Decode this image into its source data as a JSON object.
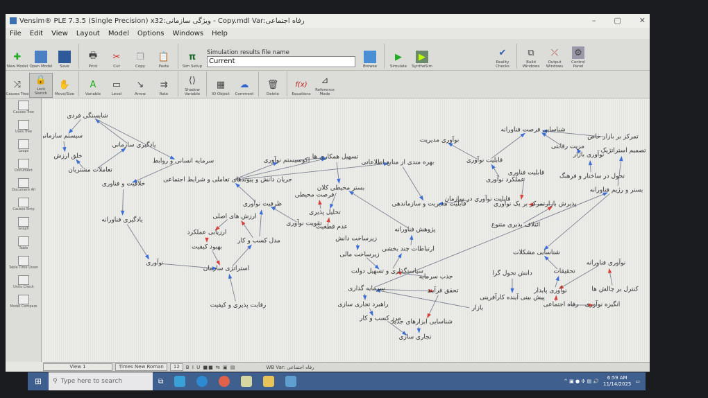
{
  "window": {
    "title": "Vensim® PLE 7.3.5 (Single Precision) x32:ویژگی سازمانی - Copy.mdl Var:رفاه اجتماعی",
    "minimize": "–",
    "maximize": "▢",
    "close": "✕"
  },
  "menu": [
    "File",
    "Edit",
    "View",
    "Layout",
    "Model",
    "Options",
    "Windows",
    "Help"
  ],
  "toolbar1": {
    "buttons": [
      "New Model",
      "Open Model",
      "Save",
      "Print",
      "Cut",
      "Copy",
      "Paste",
      "Sim Setup"
    ],
    "sim_label": "Simulation results file name",
    "sim_value": "Current",
    "right_buttons": [
      "Browse",
      "Simulate",
      "SyntheSim",
      "Reality Checks",
      "Build Windows",
      "Output Windows",
      "Control Panel"
    ]
  },
  "toolbar2": {
    "buttons": [
      "Causes Tree",
      "Lock Sketch",
      "Move/Size",
      "Variable",
      "Level",
      "Arrow",
      "Rate",
      "Shadow Variable",
      "IO Object",
      "Comment",
      "Delete",
      "Equations",
      "Reference Mode"
    ]
  },
  "palette": [
    "Causes Tree",
    "Uses Tree",
    "Loops",
    "Document",
    "Document All",
    "Causes Strip",
    "Graph",
    "Table",
    "Table Time Down",
    "Units Check",
    "Model Compare"
  ],
  "diagram": {
    "nodes": [
      "شایستگی فردی",
      "سیستم سازمانی",
      "یادگیری سازمانی",
      "خلق ارزش",
      "سرمایه انسانی و روابط",
      "تعاملات مشتریان",
      "خلاقیت و فناوری",
      "یادگیری فناورانه",
      "نوآوری",
      "استراتژی سازمان",
      "رقابت پذیری و کیفیت",
      "بهبود کیفیت",
      "ارزیابی عملکرد",
      "ارزش های اصلی",
      "مدل کسب و کار",
      "ظرفیت نوآوری",
      "جریان دانش و پیوندهای تعاملی و شرایط اجتماعی",
      "اکوسیستم نوآوری",
      "تسهیل همکاری ها",
      "بستر محیطی کلان",
      "فرصت محیطی",
      "تحلیل پذیری",
      "تقویت نوآوری",
      "عدم قطعیت",
      "زیرساخت دانش",
      "زیرساخت مالی",
      "پژوهش فناورانه",
      "ارتباطات چند بخشی",
      "سیاستگذاری و تسهیل دولت",
      "جذب سرمایه",
      "سرمایه گذاری",
      "تحقق فرآیند",
      "راهبرد تجاری سازی",
      "بازار",
      "مرز کسب و کار",
      "شناسایی ابزارهای جدید",
      "تجاری سازی",
      "نوآوری مدیریت",
      "بهره مندی از منابع اطلاعاتی",
      "قابلیت مدیریت و سازماندهی",
      "قابلیت نوآوری",
      "عملکرد نوآوری",
      "قابلیت نوآوری در سازمان",
      "قابلیت فناوری",
      "تمرکز بر یک نوآوری",
      "پذیرش بازار",
      "ائتلاف پذیری متنوع",
      "شناسایی فرصت فناورانه",
      "مزیت رقابتی",
      "نوآوری بازار",
      "تمرکز بر بازار خاص",
      "تصمیم استراتژیک",
      "تحول در ساختار و فرهنگ",
      "بستر و رژیم فناورانه",
      "شناسایی مشکلات",
      "دانش تحول گرا",
      "تحقیقات",
      "نوآوری فناورانه",
      "پیش بینی آینده کارآفرینی",
      "نوآوری پایدار",
      "کنترل بر چالش ها",
      "رفاه اجتماعی",
      "انگیزه نوآوری"
    ],
    "links": [
      [
        0,
        1,
        "b"
      ],
      [
        1,
        3,
        "b"
      ],
      [
        5,
        3,
        "b"
      ],
      [
        5,
        2,
        "b"
      ],
      [
        2,
        0,
        "b"
      ],
      [
        0,
        4,
        "b"
      ],
      [
        4,
        6,
        "b"
      ],
      [
        6,
        7,
        "b"
      ],
      [
        7,
        8,
        "b"
      ],
      [
        8,
        9,
        "b"
      ],
      [
        10,
        9,
        "b"
      ],
      [
        11,
        9,
        "r"
      ],
      [
        12,
        11,
        "r"
      ],
      [
        13,
        12,
        "r"
      ],
      [
        14,
        13,
        "r"
      ],
      [
        14,
        15,
        "b"
      ],
      [
        9,
        14,
        "b"
      ],
      [
        15,
        16,
        "b"
      ],
      [
        16,
        17,
        "b"
      ],
      [
        17,
        18,
        "b"
      ],
      [
        18,
        19,
        "b"
      ],
      [
        19,
        21,
        "b"
      ],
      [
        22,
        15,
        "b"
      ],
      [
        23,
        21,
        "r"
      ],
      [
        21,
        20,
        "r"
      ],
      [
        26,
        19,
        "b"
      ],
      [
        24,
        25,
        "b"
      ],
      [
        25,
        28,
        "b"
      ],
      [
        27,
        26,
        "b"
      ],
      [
        28,
        27,
        "b"
      ],
      [
        29,
        28,
        "r"
      ],
      [
        30,
        31,
        "r"
      ],
      [
        33,
        30,
        "b"
      ],
      [
        30,
        32,
        "b"
      ],
      [
        32,
        34,
        "b"
      ],
      [
        34,
        36,
        "b"
      ],
      [
        35,
        36,
        "b"
      ],
      [
        31,
        35,
        "r"
      ],
      [
        40,
        37,
        "b"
      ],
      [
        40,
        47,
        "b"
      ],
      [
        41,
        40,
        "b"
      ],
      [
        42,
        39,
        "b"
      ],
      [
        38,
        39,
        "b"
      ],
      [
        43,
        44,
        "r"
      ],
      [
        45,
        44,
        "r"
      ],
      [
        46,
        45,
        "r"
      ],
      [
        48,
        47,
        "b"
      ],
      [
        49,
        48,
        "b"
      ],
      [
        52,
        49,
        "b"
      ],
      [
        53,
        51,
        "b"
      ],
      [
        50,
        47,
        "b"
      ],
      [
        53,
        54,
        "b"
      ],
      [
        55,
        58,
        "b"
      ],
      [
        56,
        54,
        "b"
      ],
      [
        59,
        56,
        "b"
      ],
      [
        57,
        59,
        "r"
      ],
      [
        61,
        62,
        "r"
      ],
      [
        60,
        57,
        "r"
      ],
      [
        61,
        59,
        "r"
      ],
      [
        30,
        53,
        "b"
      ],
      [
        16,
        38,
        "b"
      ],
      [
        16,
        18,
        "b"
      ]
    ]
  },
  "status": {
    "view": "View 1",
    "font": "Times New Roman",
    "size": "12",
    "var": "WB Var: رفاه اجتماعی"
  },
  "taskbar": {
    "search_placeholder": "Type here to search",
    "time": "6:59 AM",
    "date": "11/14/2025"
  }
}
